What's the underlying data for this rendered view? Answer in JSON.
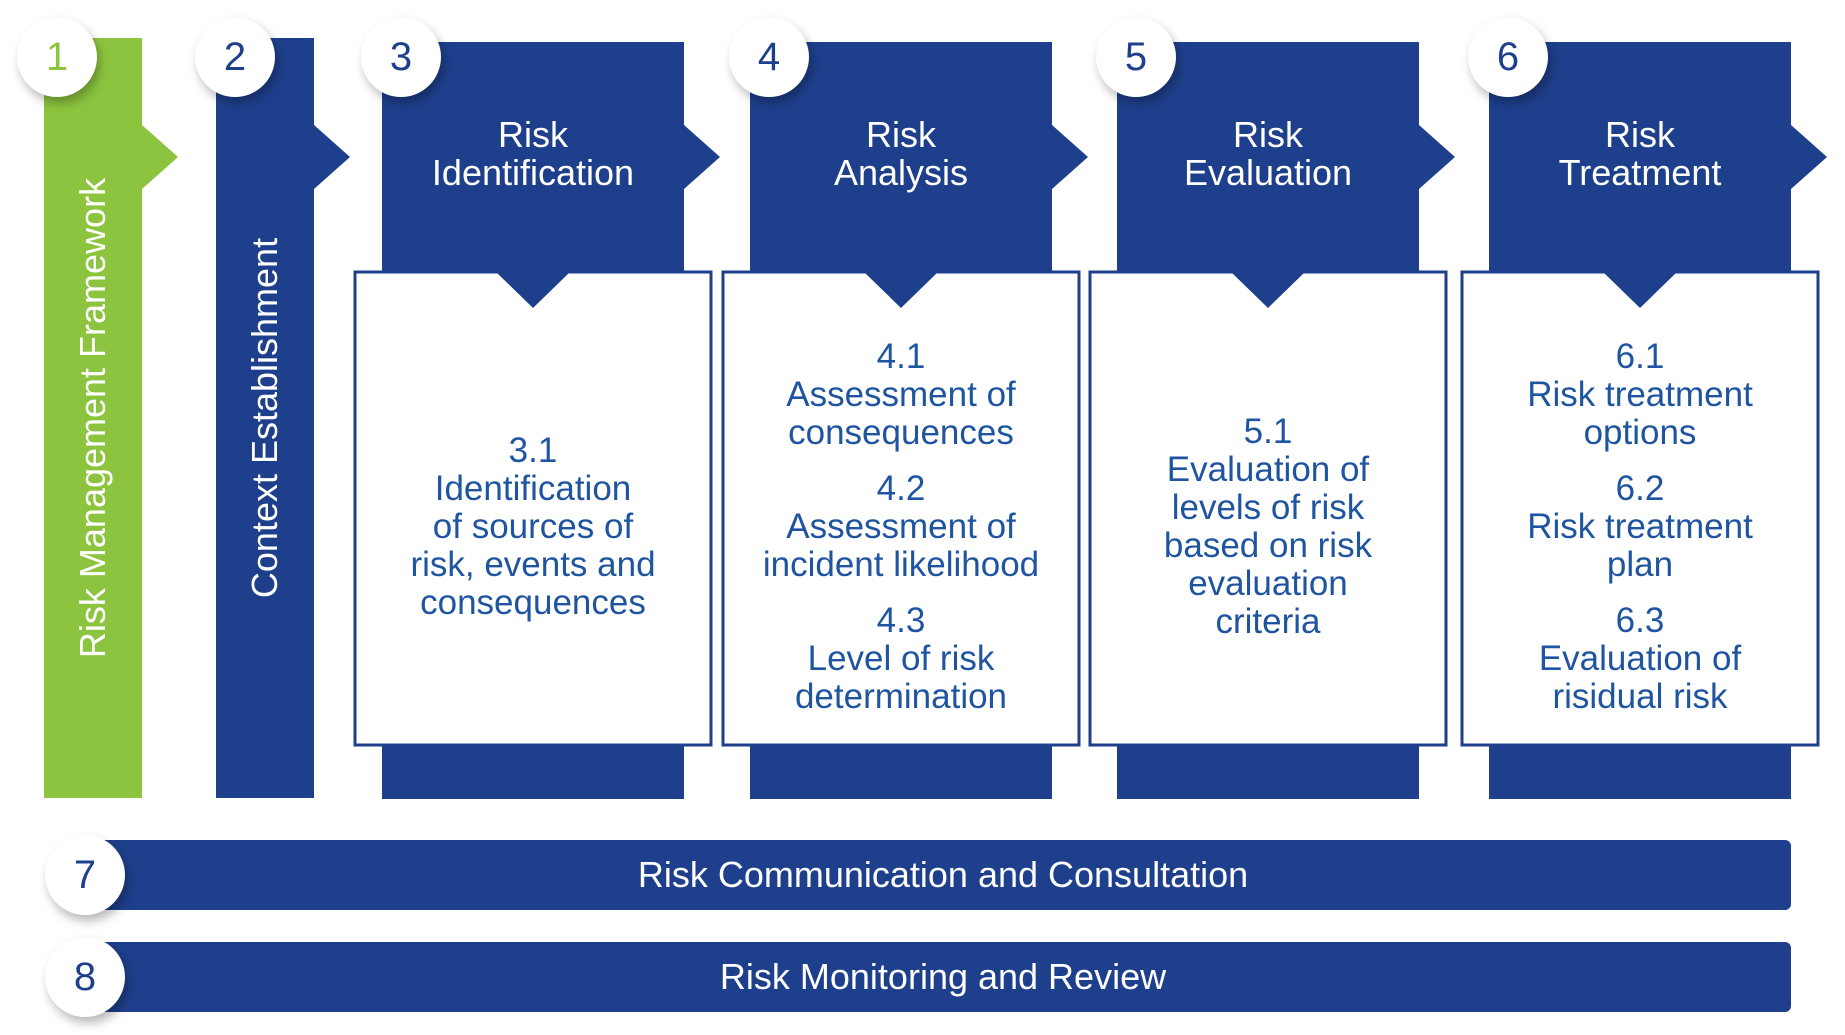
{
  "colors": {
    "navy": "#1e3f8b",
    "green": "#8cc43f",
    "text_blue": "#1f54a1",
    "white": "#ffffff"
  },
  "framework": {
    "number": "1",
    "label": "Risk Management Framework"
  },
  "context": {
    "number": "2",
    "label": "Context Establishment"
  },
  "steps": [
    {
      "number": "3",
      "title_line1": "Risk",
      "title_line2": "Identification",
      "items": [
        {
          "lines": [
            "3.1",
            "Identification",
            "of sources of",
            "risk, events and",
            "consequences"
          ]
        }
      ]
    },
    {
      "number": "4",
      "title_line1": "Risk",
      "title_line2": "Analysis",
      "items": [
        {
          "lines": [
            "4.1",
            "Assessment of",
            "consequences"
          ]
        },
        {
          "lines": [
            "4.2",
            "Assessment of",
            "incident likelihood"
          ]
        },
        {
          "lines": [
            "4.3",
            "Level of risk",
            "determination"
          ]
        }
      ]
    },
    {
      "number": "5",
      "title_line1": "Risk",
      "title_line2": "Evaluation",
      "items": [
        {
          "lines": [
            "5.1",
            "Evaluation of",
            "levels of risk",
            "based on risk",
            "evaluation",
            "criteria"
          ]
        }
      ]
    },
    {
      "number": "6",
      "title_line1": "Risk",
      "title_line2": "Treatment",
      "items": [
        {
          "lines": [
            "6.1",
            "Risk treatment",
            "options"
          ]
        },
        {
          "lines": [
            "6.2",
            "Risk treatment",
            "plan"
          ]
        },
        {
          "lines": [
            "6.3",
            "Evaluation of",
            "risidual risk"
          ]
        }
      ]
    }
  ],
  "bars": [
    {
      "number": "7",
      "label": "Risk Communication and Consultation"
    },
    {
      "number": "8",
      "label": "Risk Monitoring and Review"
    }
  ]
}
